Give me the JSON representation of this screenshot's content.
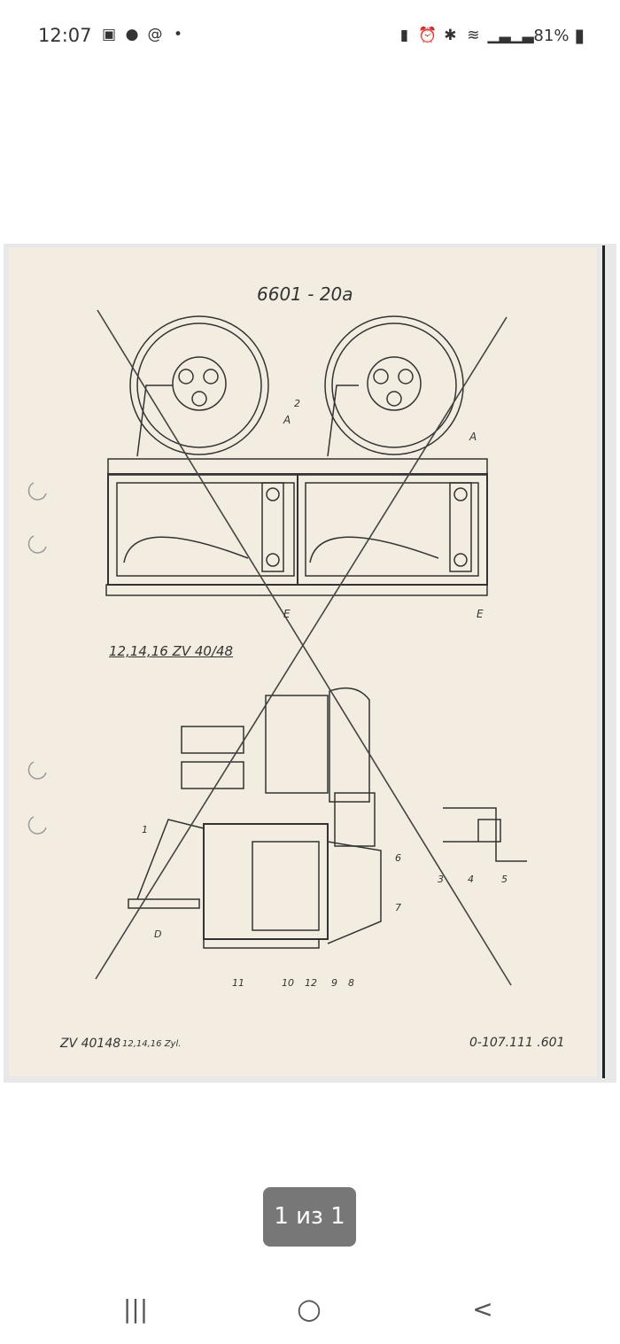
{
  "status_bar": {
    "time": "12:07",
    "notification_icons": [
      "gallery-icon",
      "messenger-icon",
      "email-at-icon",
      "more-dot-icon"
    ],
    "system_icons": [
      "battery-saver-icon",
      "alarm-icon",
      "bluetooth-icon",
      "wifi-icon",
      "signal-1-icon",
      "signal-2-icon"
    ],
    "battery": "81%"
  },
  "document": {
    "title": "6601 - 20a",
    "subtitle": "12,14,16 ZV 40/48",
    "footer_left": "ZV 40148",
    "footer_left_small": "12,14,16 Zyl.",
    "footer_right": "0-107.111 .601",
    "callouts": [
      "A",
      "A",
      "E",
      "E",
      "2",
      "1",
      "D",
      "3",
      "4",
      "5",
      "6",
      "7",
      "8",
      "9",
      "10",
      "11",
      "12"
    ]
  },
  "pager": {
    "label": "1 из 1"
  },
  "nav": {
    "recents": "|||",
    "home": "○",
    "back": "<"
  }
}
